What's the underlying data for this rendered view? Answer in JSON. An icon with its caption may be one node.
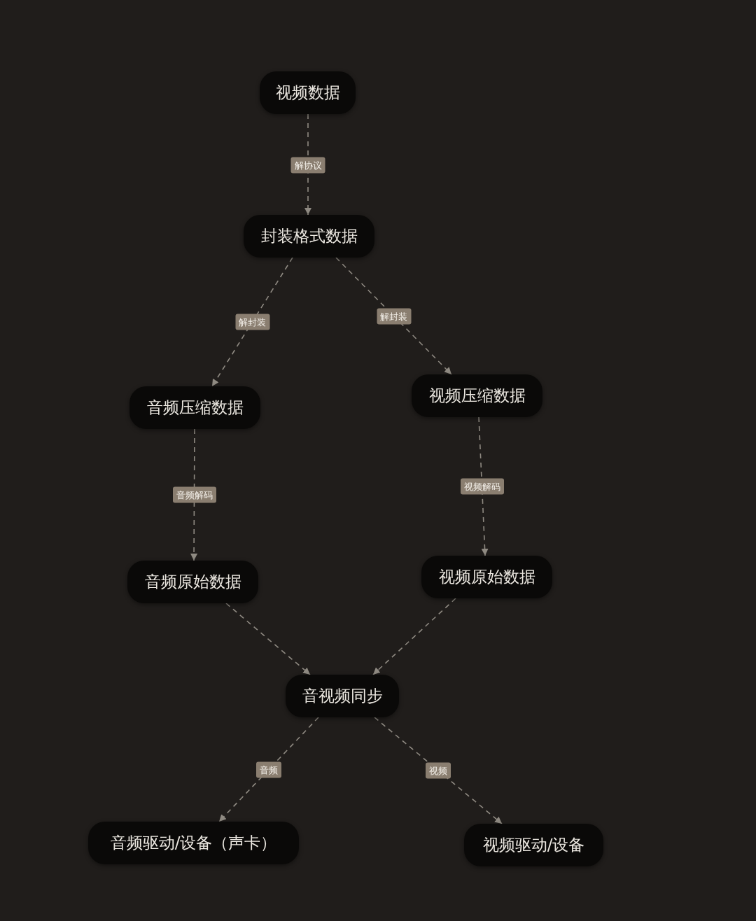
{
  "diagram": {
    "nodes": [
      {
        "text": [
          "视频数据"
        ]
      },
      {
        "text": [
          "封装格式数据"
        ]
      },
      {
        "text": [
          "音频压缩数据"
        ]
      },
      {
        "text": [
          "视频压缩数据"
        ]
      },
      {
        "text": [
          "音频原始数据"
        ]
      },
      {
        "text": [
          "视频原始数据"
        ]
      },
      {
        "text": [
          "音视频同步"
        ]
      },
      {
        "text": [
          "音频驱动/设备（声卡）"
        ]
      },
      {
        "text": [
          "视频驱动/设备"
        ]
      }
    ],
    "edges": [
      {
        "from": 0,
        "to": 1,
        "arrow": "to",
        "label": "解协议",
        "style": "dashed"
      },
      {
        "from": 1,
        "to": 2,
        "arrow": "to",
        "label": "解封装",
        "style": "dashed"
      },
      {
        "from": 1,
        "to": 3,
        "arrow": "to",
        "label": "解封装",
        "style": "dashed"
      },
      {
        "from": 2,
        "to": 4,
        "arrow": "to",
        "label": "音频解码",
        "style": "dashed"
      },
      {
        "from": 3,
        "to": 5,
        "arrow": "to",
        "label": "视频解码",
        "style": "dashed"
      },
      {
        "from": 4,
        "to": 6,
        "arrow": "to",
        "style": "dashed"
      },
      {
        "from": 5,
        "to": 6,
        "arrow": "to",
        "style": "dashed"
      },
      {
        "from": 6,
        "to": 7,
        "arrow": "to",
        "label": "音频",
        "style": "dashed"
      },
      {
        "from": 6,
        "to": 8,
        "arrow": "to",
        "label": "视频",
        "style": "dashed"
      }
    ]
  }
}
